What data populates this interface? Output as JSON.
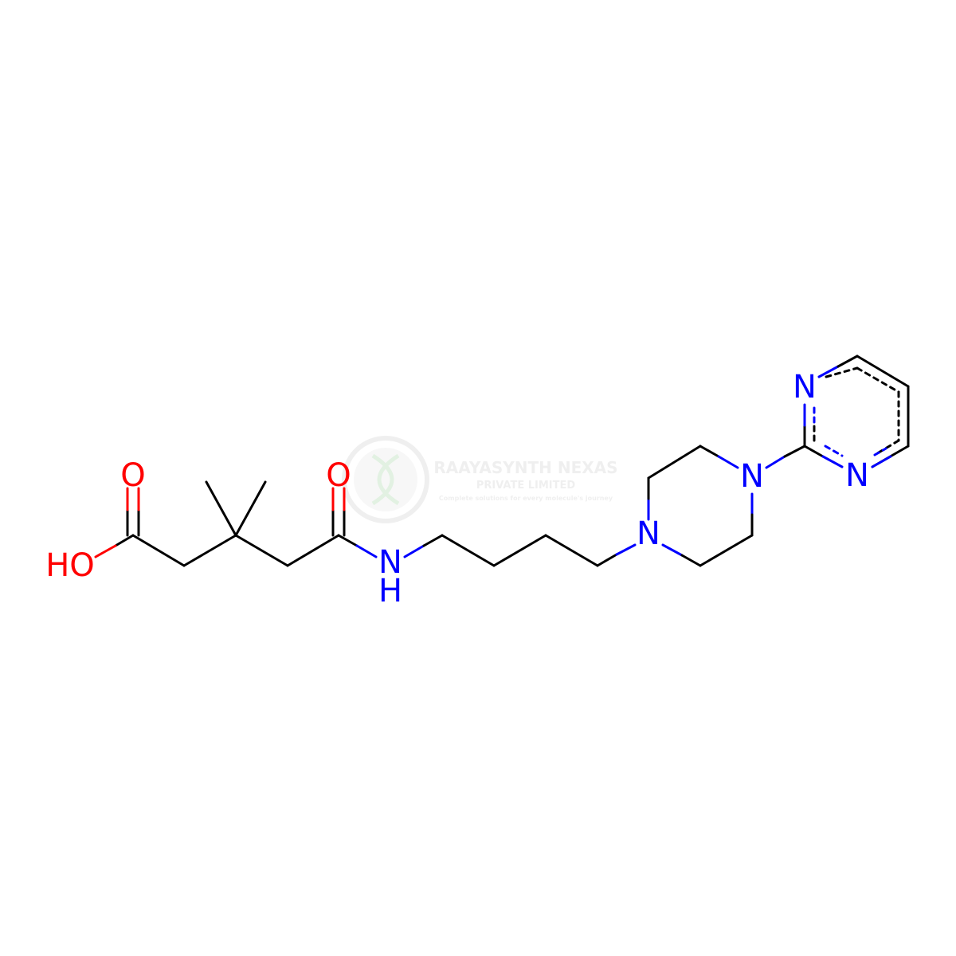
{
  "watermark": {
    "company": "RAAYASYNTH NEXAS",
    "subtitle": "PRIVATE LIMITED",
    "tagline": "Complete solutions for every molecule's journey"
  },
  "atoms": {
    "carboxyl_oxygen_double": "O",
    "hydroxyl": "HO",
    "amide_oxygen": "O",
    "amide_nitrogen": "N",
    "amide_hydrogen": "H",
    "piperazine_n1": "N",
    "piperazine_n4": "N",
    "pyrimidine_n1": "N",
    "pyrimidine_n3": "N"
  },
  "colors": {
    "carbon_bond": "#000000",
    "oxygen": "#ff0000",
    "nitrogen": "#0000ff",
    "watermark": "#cfcfcf"
  }
}
